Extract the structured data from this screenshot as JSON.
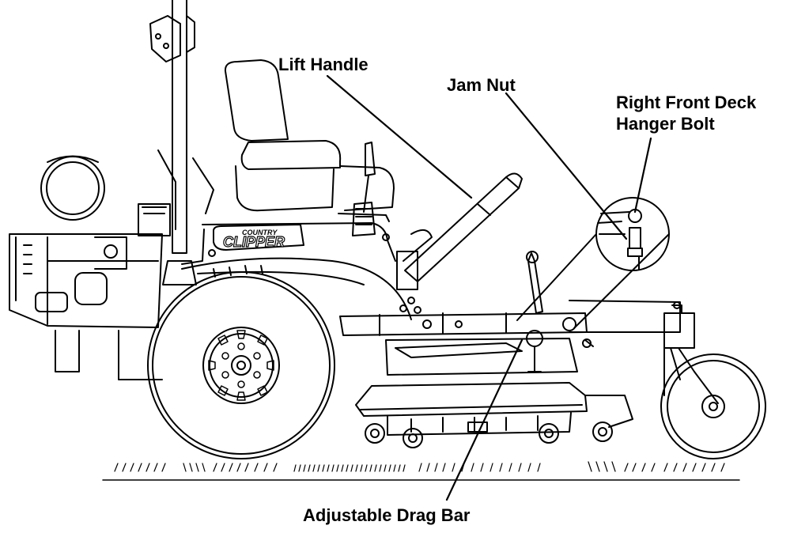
{
  "callouts": {
    "lift_handle": "Lift Handle",
    "jam_nut": "Jam Nut",
    "hanger_bolt_line1": "Right Front Deck",
    "hanger_bolt_line2": "Hanger Bolt",
    "drag_bar": "Adjustable Drag Bar"
  },
  "brand": {
    "line1": "COUNTRY",
    "line2": "CLIPPER"
  },
  "colors": {
    "ink": "#000000",
    "paper": "#ffffff"
  }
}
